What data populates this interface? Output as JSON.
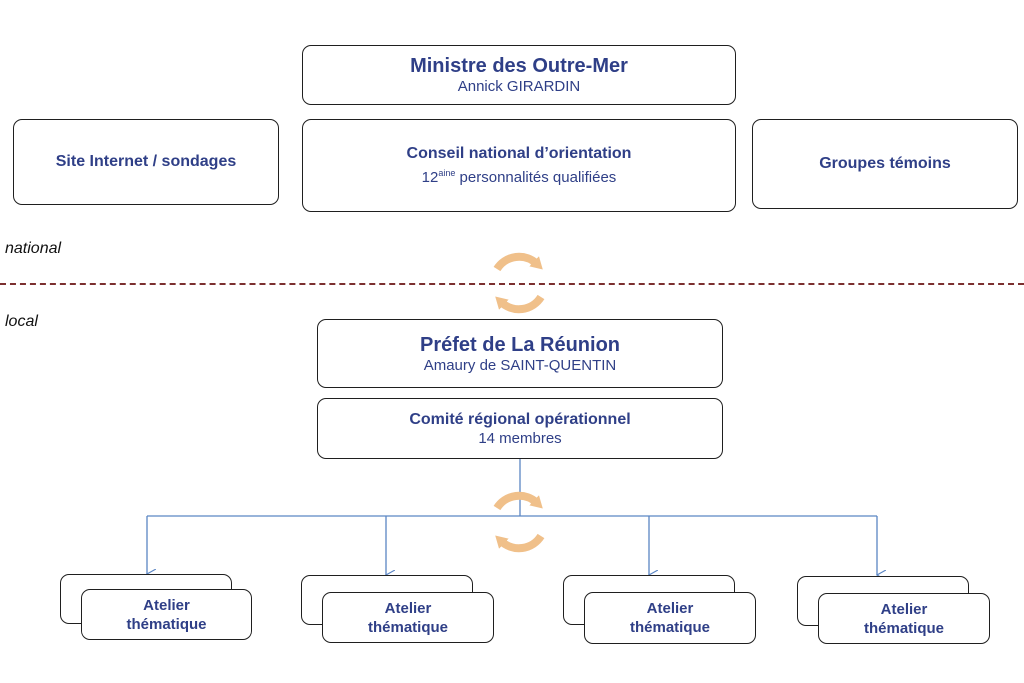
{
  "national": {
    "ministre": {
      "title": "Ministre des Outre-Mer",
      "name": "Annick GIRARDIN"
    },
    "site_internet": {
      "label": "Site Internet / sondages"
    },
    "conseil": {
      "title": "Conseil national d’orientation",
      "sub_number": "12",
      "sub_superscript": "aine",
      "sub_text": " personnalités qualifiées"
    },
    "groupes": {
      "label": "Groupes témoins"
    },
    "region_label": "national"
  },
  "local": {
    "region_label": "local",
    "prefet": {
      "title": "Préfet de La Réunion",
      "name": "Amaury de SAINT-QUENTIN"
    },
    "comite": {
      "title": "Comité régional opérationnel",
      "members": "14 membres"
    },
    "ateliers": [
      {
        "line1": "Atelier",
        "line2": "thématique"
      },
      {
        "line1": "Atelier",
        "line2": "thématique"
      },
      {
        "line1": "Atelier",
        "line2": "thématique"
      },
      {
        "line1": "Atelier",
        "line2": "thématique"
      }
    ]
  },
  "colors": {
    "text_blue": "#2f3f87",
    "divider": "#7b2f2f",
    "connector": "#5b86c4",
    "cycle_arrow": "#f0c08a"
  },
  "icons": [
    "cycle-arrows-icon"
  ]
}
